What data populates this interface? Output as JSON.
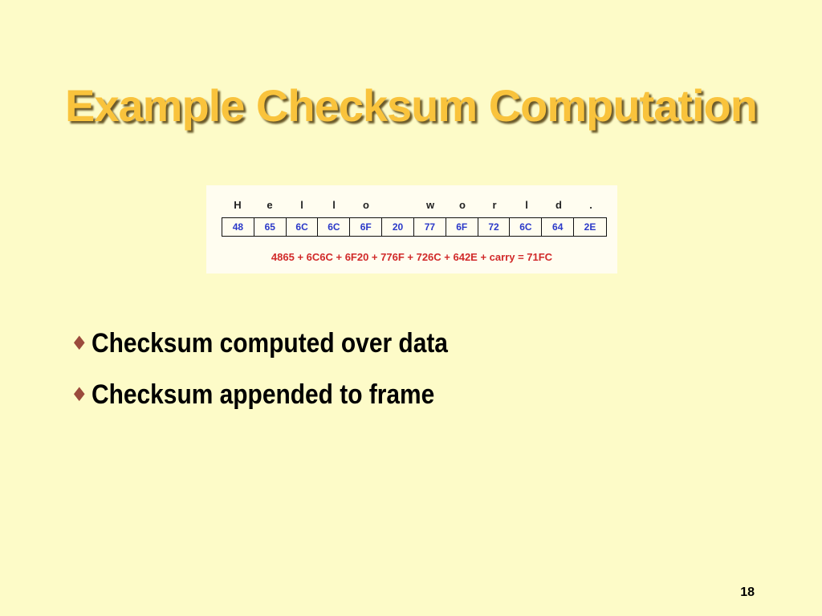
{
  "slide": {
    "title": "Example Checksum Computation",
    "page_number": "18"
  },
  "figure": {
    "characters": [
      "H",
      "e",
      "l",
      "l",
      "o",
      "",
      "w",
      "o",
      "r",
      "l",
      "d",
      "."
    ],
    "hex_values": [
      "48",
      "65",
      "6C",
      "6C",
      "6F",
      "20",
      "77",
      "6F",
      "72",
      "6C",
      "64",
      "2E"
    ],
    "equation": "4865 + 6C6C + 6F20 + 776F + 726C + 642E + carry  =  71FC",
    "colors": {
      "hex_text": "#2b39c8",
      "equation_text": "#d12a2a"
    }
  },
  "bullets": [
    {
      "icon": "diamond-bullet-icon",
      "text": "Checksum computed over data"
    },
    {
      "icon": "diamond-bullet-icon",
      "text": "Checksum appended to frame"
    }
  ],
  "colors": {
    "background": "#fdfbc8",
    "title": "#f9c33c",
    "bullet_marker": "#9b4b3c"
  }
}
